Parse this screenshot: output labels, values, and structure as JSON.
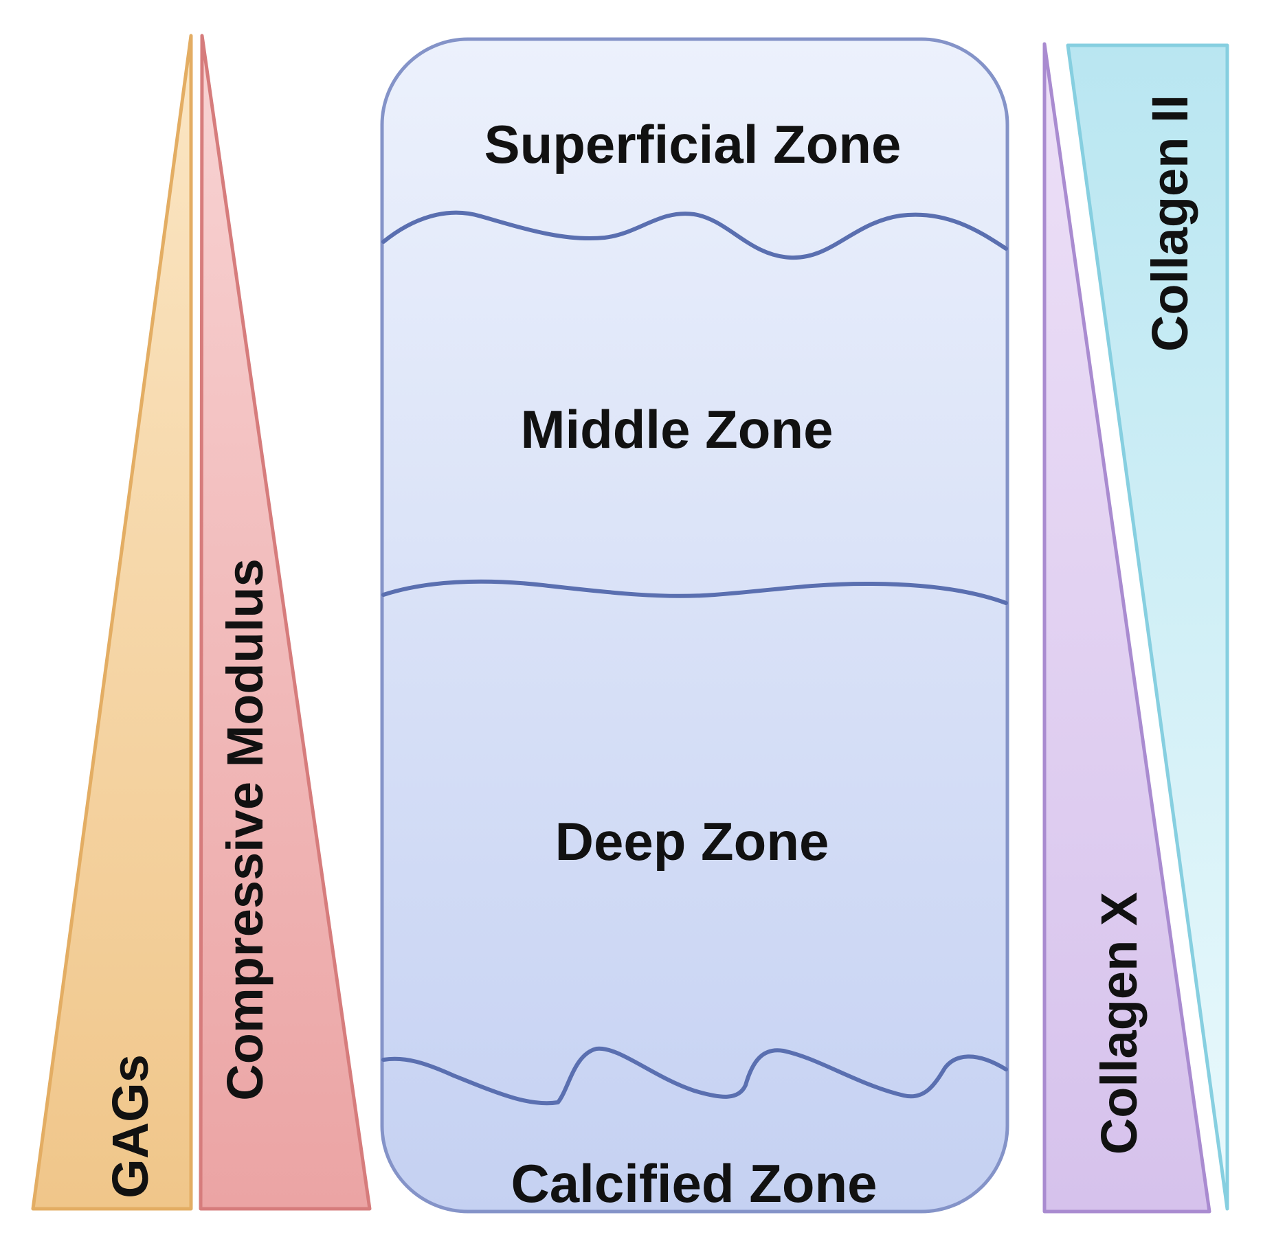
{
  "zones": [
    {
      "label": "Superficial Zone"
    },
    {
      "label": "Middle Zone"
    },
    {
      "label": "Deep Zone"
    },
    {
      "label": "Calcified Zone"
    }
  ],
  "gradients": {
    "gags": {
      "label": "GAGs",
      "color": "#f2c98c"
    },
    "compressive_modulus": {
      "label": "Compressive Modulus",
      "color": "#eea7a7"
    },
    "collagen_x": {
      "label": "Collagen X",
      "color": "#dcc8ee"
    },
    "collagen_ii": {
      "label": "Collagen II",
      "color": "#c8eef5"
    }
  },
  "colors": {
    "cartilage_fill_top": "#e9eefb",
    "cartilage_fill_bottom": "#c6d2f2",
    "cartilage_border": "#7f8fc6"
  }
}
